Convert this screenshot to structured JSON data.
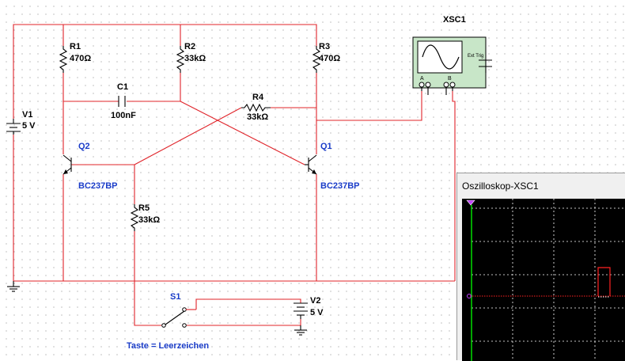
{
  "components": {
    "V1": {
      "name": "V1",
      "value": "5 V"
    },
    "V2": {
      "name": "V2",
      "value": "5 V"
    },
    "R1": {
      "name": "R1",
      "value": "470Ω"
    },
    "R2": {
      "name": "R2",
      "value": "33kΩ"
    },
    "R3": {
      "name": "R3",
      "value": "470Ω"
    },
    "R4": {
      "name": "R4",
      "value": "33kΩ"
    },
    "R5": {
      "name": "R5",
      "value": "33kΩ"
    },
    "C1": {
      "name": "C1",
      "value": "100nF"
    },
    "Q1": {
      "name": "Q1",
      "model": "BC237BP"
    },
    "Q2": {
      "name": "Q2",
      "model": "BC237BP"
    },
    "S1": {
      "name": "S1",
      "key_hint": "Taste = Leerzeichen"
    },
    "XSC1": {
      "name": "XSC1",
      "port_a": "A",
      "port_b": "B",
      "ext_trig": "Ext Trig"
    }
  },
  "colors": {
    "wire": "#e0242a",
    "label_blue": "#1a3cc8",
    "scope_bg": "#000000",
    "trace_a": "#00ff00",
    "trace_b": "#ff0000"
  },
  "scope_window": {
    "title": "Oszilloskop-XSC1"
  }
}
